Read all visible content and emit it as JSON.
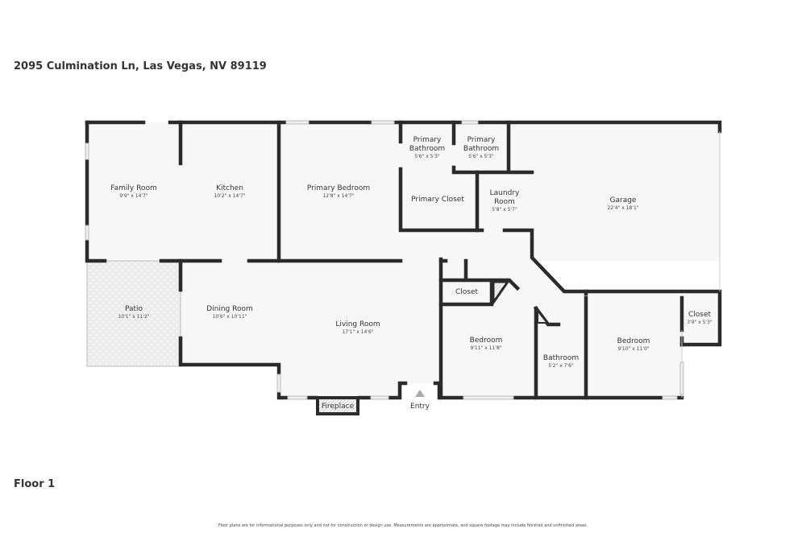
{
  "header": {
    "address": "2095 Culmination Ln, Las Vegas, NV 89119"
  },
  "floor_label": "Floor 1",
  "disclaimer": "Floor plans are for informational purposes only and not for construction or design use. Measurements are approximate, and square footage may include finished and unfinished areas.",
  "colors": {
    "wall": "#2b2b2b",
    "floor": "#f7f7f7",
    "patio": "#ececec"
  },
  "rooms": {
    "family_room": {
      "name": "Family Room",
      "dims": "9'9\" x 14'7\""
    },
    "kitchen": {
      "name": "Kitchen",
      "dims": "10'2\" x 14'7\""
    },
    "primary_bedroom": {
      "name": "Primary Bedroom",
      "dims": "12'8\" x 14'7\""
    },
    "primary_bathroom_1": {
      "name1": "Primary",
      "name2": "Bathroom",
      "dims": "5'6\" x 5'3\""
    },
    "primary_bathroom_2": {
      "name1": "Primary",
      "name2": "Bathroom",
      "dims": "5'6\" x 5'3\""
    },
    "primary_closet": {
      "name": "Primary Closet"
    },
    "laundry_room": {
      "name1": "Laundry",
      "name2": "Room",
      "dims": "5'8\" x 5'7\""
    },
    "garage": {
      "name": "Garage",
      "dims": "22'4\" x 18'1\""
    },
    "patio": {
      "name": "Patio",
      "dims": "10'1\" x 11'2\""
    },
    "dining_room": {
      "name": "Dining Room",
      "dims": "10'6\" x 10'11\""
    },
    "living_room": {
      "name": "Living Room",
      "dims": "17'1\" x 14'6\""
    },
    "closet_1": {
      "name": "Closet"
    },
    "bedroom_1": {
      "name": "Bedroom",
      "dims": "9'11\" x 11'8\""
    },
    "bathroom": {
      "name": "Bathroom",
      "dims": "5'2\" x 7'6\""
    },
    "bedroom_2": {
      "name": "Bedroom",
      "dims": "9'10\" x 11'0\""
    },
    "closet_2": {
      "name": "Closet",
      "dims": "3'9\" x 5'3\""
    },
    "fireplace": {
      "name": "Fireplace"
    },
    "entry": {
      "name": "Entry"
    }
  }
}
